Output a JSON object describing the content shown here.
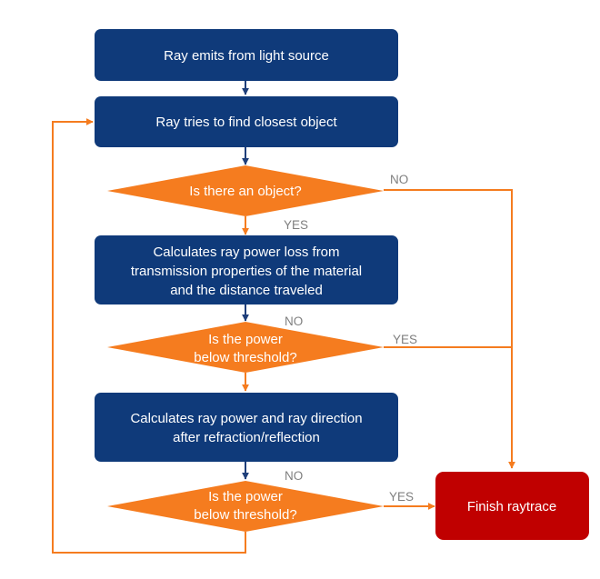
{
  "colors": {
    "process_fill": "#0f3a7a",
    "decision_fill": "#f57c1f",
    "terminal_fill": "#c00000",
    "blue_connector": "#1f3f7a",
    "orange_connector": "#f57c1f",
    "label_text": "#7f7f7f"
  },
  "nodes": {
    "emit": {
      "lines": [
        "Ray emits from light source"
      ]
    },
    "find": {
      "lines": [
        "Ray tries to find closest object"
      ]
    },
    "object_question": {
      "lines": [
        "Is there an object?"
      ]
    },
    "power_loss": {
      "lines": [
        "Calculates ray power loss from",
        "transmission properties of the material",
        "and the distance traveled"
      ]
    },
    "threshold_question_1": {
      "lines": [
        "Is the power",
        "below threshold?"
      ]
    },
    "refraction": {
      "lines": [
        "Calculates ray power and ray direction",
        "after refraction/reflection"
      ]
    },
    "threshold_question_2": {
      "lines": [
        "Is the power",
        "below threshold?"
      ]
    },
    "finish": {
      "lines": [
        "Finish raytrace"
      ]
    }
  },
  "edge_labels": {
    "object_no": "NO",
    "object_yes": "YES",
    "threshold_1_no": "NO",
    "threshold_1_yes": "YES",
    "threshold_2_no": "NO",
    "threshold_2_yes": "YES"
  }
}
